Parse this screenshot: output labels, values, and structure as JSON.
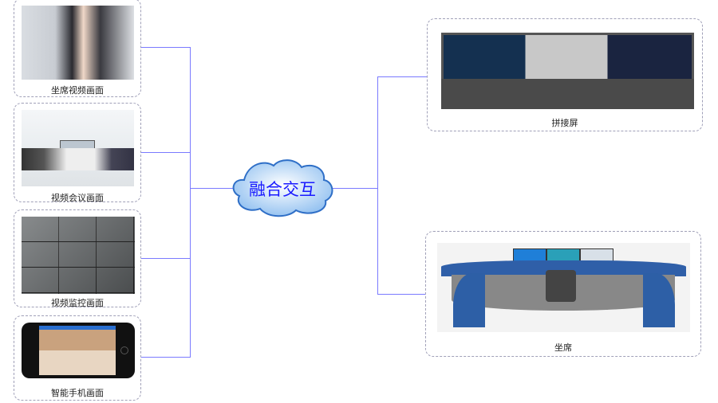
{
  "center": {
    "label": "融合交互"
  },
  "sources": [
    {
      "label": "坐席视频画面",
      "icon": "agent-headset-photo"
    },
    {
      "label": "视频会议画面",
      "icon": "video-conference-photo"
    },
    {
      "label": "视频监控画面",
      "icon": "surveillance-grid-photo"
    },
    {
      "label": "智能手机画面",
      "icon": "smartphone-photo"
    }
  ],
  "targets": [
    {
      "label": "拼接屏",
      "icon": "video-wall-photo"
    },
    {
      "label": "坐席",
      "icon": "console-desk-photo"
    }
  ],
  "colors": {
    "connector": "#7a7aff",
    "cloud_text": "#1a1aff",
    "cloud_fill": "#bcd9f7"
  }
}
